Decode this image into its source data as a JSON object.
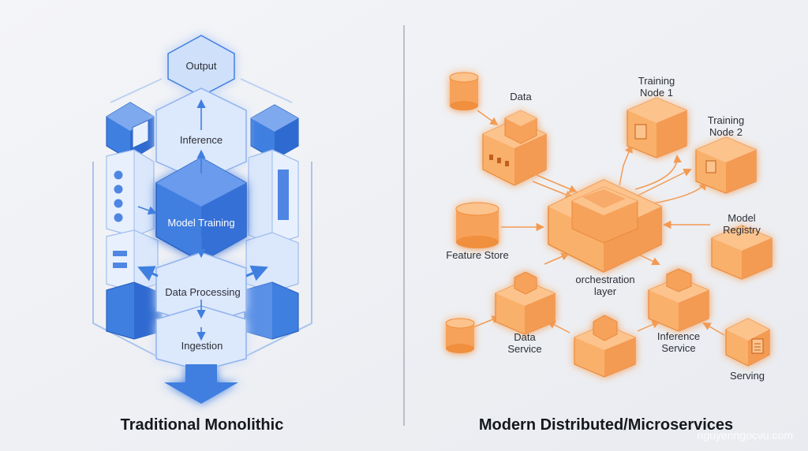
{
  "left": {
    "title": "Traditional Monolithic",
    "layers": {
      "output": "Output",
      "inference": "Inference",
      "model_training": "Model Training",
      "data_processing": "Data Processing",
      "ingestion": "Ingestion"
    }
  },
  "right": {
    "title": "Modern Distributed/Microservices",
    "nodes": {
      "data": "Data",
      "training_node_1": "Training\nNode 1",
      "training_node_2": "Training\nNode 2",
      "model_registry": "Model\nRegistry",
      "feature_store": "Feature Store",
      "orchestration_layer": "orchestration\nlayer",
      "data_service": "Data\nService",
      "inference_service": "Inference\nService",
      "serving": "Serving"
    }
  },
  "watermark": "nguyenngocvu.com",
  "colors": {
    "blue_accent": "#3f7fe0",
    "blue_light": "#cfe0fb",
    "orange_accent": "#f59a4a",
    "orange_light": "#fcc38d",
    "divider": "#9aa0a8"
  }
}
